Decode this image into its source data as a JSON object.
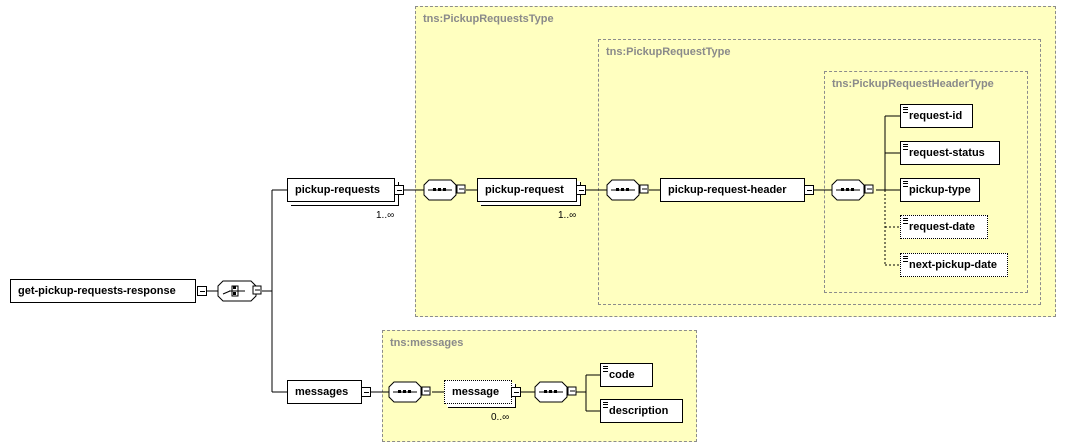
{
  "diagram": {
    "root": {
      "label": "get-pickup-requests-response"
    },
    "types": {
      "pickup_requests_type": "tns:PickupRequestsType",
      "pickup_request_type": "tns:PickupRequestType",
      "pickup_request_header_type": "tns:PickupRequestHeaderType",
      "messages_type": "tns:messages"
    },
    "elements": {
      "pickup_requests": {
        "label": "pickup-requests",
        "cardinality": "1..∞"
      },
      "pickup_request": {
        "label": "pickup-request",
        "cardinality": "1..∞"
      },
      "pickup_request_header": {
        "label": "pickup-request-header"
      },
      "messages": {
        "label": "messages"
      },
      "message": {
        "label": "message",
        "cardinality": "0..∞"
      }
    },
    "header_fields": [
      {
        "label": "request-id",
        "optional": false
      },
      {
        "label": "request-status",
        "optional": false
      },
      {
        "label": "pickup-type",
        "optional": false
      },
      {
        "label": "request-date",
        "optional": true
      },
      {
        "label": "next-pickup-date",
        "optional": true
      }
    ],
    "message_fields": [
      {
        "label": "code",
        "optional": false
      },
      {
        "label": "description",
        "optional": false
      }
    ],
    "compositors": {
      "root": "choice",
      "pickup_requests": "sequence",
      "pickup_request": "sequence",
      "header": "sequence",
      "messages": "sequence",
      "message": "sequence"
    },
    "colors": {
      "type_fill": "#ffffc0",
      "type_border": "#8c8c8c",
      "type_label": "#8a8a8a",
      "line": "#000000"
    }
  }
}
